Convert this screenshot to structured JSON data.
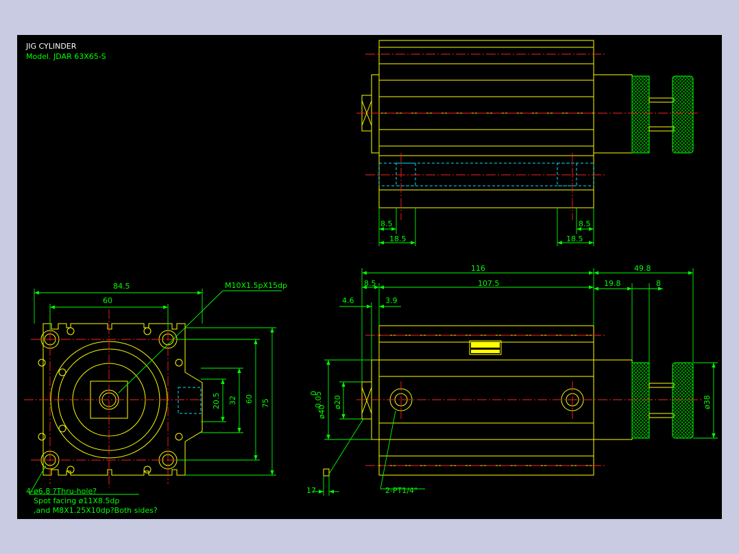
{
  "title_block": {
    "title": "JIG CYLINDER",
    "model": "Model. JDAR 63X65-S"
  },
  "front_view": {
    "dim_width": "84.5",
    "dim_bolt_pitch": "60",
    "dim_height": "75",
    "dim_bolt_pitch_v": "60",
    "dim_port_pitch": "32",
    "dim_port_width": "20.5",
    "rod_thread": "M10X1.5pX15dp",
    "hole_note_1": "4-ø6.8 ?Thru-hole?",
    "hole_note_2": "Spot facing  ø11X8.5dp",
    "hole_note_3": ",and M8X1.25X10dp?Both sides?"
  },
  "top_view": {
    "dim_left_offset": "8.5",
    "dim_right_offset": "8.5",
    "dim_left_span": "18.5",
    "dim_right_span": "18.5"
  },
  "side_view": {
    "dim_overall": "116",
    "dim_stroke_ext": "49.8",
    "dim_head": "8.5",
    "dim_body": "107.5",
    "dim_knob_to_end": "19.8",
    "dim_knob_width": "8",
    "dim_rod_face": "4.6",
    "dim_rod_step": "3.9",
    "dim_rod_dia": "ø40",
    "dim_rod_tol_upper": "0",
    "dim_rod_tol_lower": "-0.05",
    "dim_inner_dia": "ø20",
    "dim_knob_dia": "ø38",
    "dim_wrench": "17",
    "port_note": "2-PT1/4\""
  },
  "colors": {
    "outline": "#ffff00",
    "dimension": "#00ff00",
    "centerline": "#ff2020",
    "hidden": "#00e5ff",
    "sheet_bg": "#000000",
    "frame_bg": "#c8cbe2"
  }
}
